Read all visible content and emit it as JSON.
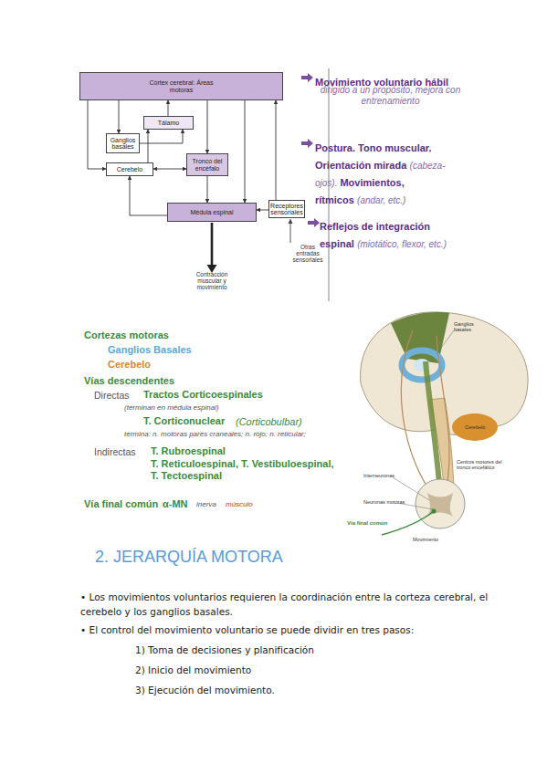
{
  "diagram": {
    "title": "2. JERARQUÍA MOTORA",
    "nodes": [
      {
        "text": [
          "Córtex cerebral: Áreas motoras"
        ]
      },
      {
        "text": [
          "Tálamo"
        ]
      },
      {
        "text": [
          "Ganglios basales"
        ]
      },
      {
        "text": [
          "Cerebelo"
        ]
      },
      {
        "text": [
          "Tronco del encéfalo"
        ]
      },
      {
        "text": [
          "Médula espinal"
        ]
      },
      {
        "text": [
          "Receptores sensoriales"
        ]
      }
    ],
    "edges": [
      {
        "from": 1,
        "to": 0,
        "arrow": "to"
      },
      {
        "from": 0,
        "to": 2,
        "arrow": "to"
      },
      {
        "from": 2,
        "to": 1,
        "arrow": "to"
      },
      {
        "from": 0,
        "to": 3,
        "arrow": "to"
      },
      {
        "from": 3,
        "to": 1,
        "arrow": "to"
      },
      {
        "from": 3,
        "to": 4,
        "arrow": "both"
      },
      {
        "from": 0,
        "to": 4,
        "arrow": "to"
      },
      {
        "from": 0,
        "to": 5,
        "arrow": "to"
      },
      {
        "from": 4,
        "to": 5,
        "arrow": "to"
      },
      {
        "from": 5,
        "to": 3,
        "arrow": "to"
      },
      {
        "from": 6,
        "to": 5,
        "arrow": "to"
      },
      {
        "from": 6,
        "to": 0,
        "arrow": "to"
      }
    ],
    "labels": [
      "Contracción muscular y movimiento",
      "Otras entradas sensoriales",
      "Movimiento voluntario hábil",
      "dirigido a un propósito, mejora con entrenamiento",
      "Postura. Tono muscular. Orientación mirada",
      "(cabeza-ojos).",
      "Movimientos, rítmicos",
      "(andar, etc.)",
      "Reflejos de integración espinal",
      "(miotático, flexor, etc.)",
      "Cortezas motoras",
      "Ganglios Basales",
      "Cerebelo",
      "Vías descendentes",
      "Directas",
      "Tractos Corticoespinales",
      "(terminan en médula espinal)",
      "T. Corticonuclear",
      "(Corticobulbar)",
      "termina: n. motoras pares craneales; n. rojo; n. reticular;",
      "Indirectas",
      "T. Rubroespinal",
      "T. Reticuloespinal, T. Vestibuloespinal,",
      "T. Tectoespinal",
      "Vía final común",
      "α-MN",
      "inerva",
      "músculo",
      "Ganglios basales",
      "Cerebelo",
      "Centros motores del tronco encefálico",
      "Interneuronas",
      "Neuronas motoras",
      "Vía final común",
      "Movimiento",
      "• Los movimientos voluntarios requieren la coordinación entre la corteza cerebral, el cerebelo y los ganglios basales.",
      "• El control del movimiento voluntario se puede dividir en tres pasos:",
      "1) Toma de decisiones y planificación",
      "2) Inicio del movimiento",
      "3) Ejecución del movimiento."
    ]
  }
}
